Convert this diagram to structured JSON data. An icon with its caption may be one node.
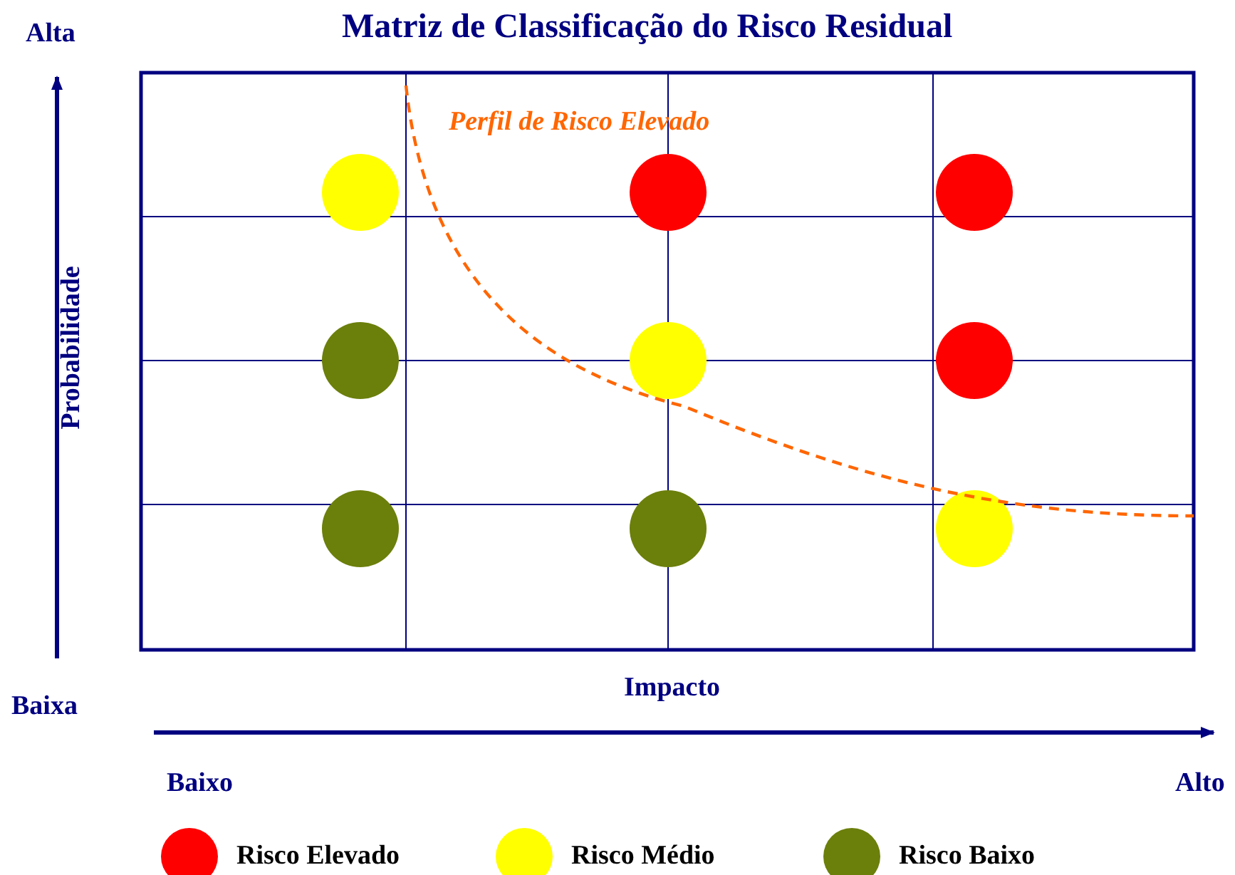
{
  "diagram": {
    "title": "Matriz de Classificação do Risco Residual",
    "nodes": [
      {
        "text": [],
        "shape": "circle"
      },
      {
        "text": [],
        "shape": "circle"
      },
      {
        "text": [],
        "shape": "circle"
      },
      {
        "text": [],
        "shape": "circle"
      },
      {
        "text": [],
        "shape": "circle"
      },
      {
        "text": [],
        "shape": "circle"
      },
      {
        "text": [],
        "shape": "circle"
      },
      {
        "text": [],
        "shape": "circle"
      },
      {
        "text": [],
        "shape": "circle"
      }
    ],
    "edges": [],
    "labels": [
      "Alta",
      "Perfil de Risco Elevado",
      "Probabilidade",
      "Baixa",
      "Impacto",
      "Baixo",
      "Alto"
    ],
    "legend": [
      {
        "text": "Risco Elevado",
        "color": "#ff0000"
      },
      {
        "text": "Risco Médio",
        "color": "#ffff00"
      },
      {
        "text": "Risco Baixo",
        "color": "#6b7f0b"
      }
    ]
  }
}
